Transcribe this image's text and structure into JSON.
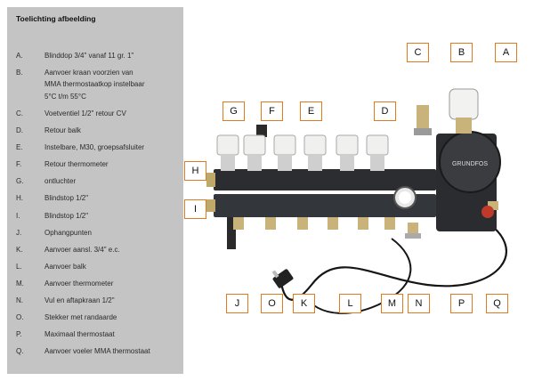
{
  "legend": {
    "title": "Toelichting afbeelding",
    "items": [
      {
        "letter": "A.",
        "lines": [
          "Blinddop 3/4\" vanaf 11 gr. 1\""
        ]
      },
      {
        "letter": "B.",
        "lines": [
          "Aanvoer kraan voorzien van",
          "MMA thermostaatkop instelbaar",
          "5°C  t/m 55°C"
        ]
      },
      {
        "letter": "C.",
        "lines": [
          "Voetventiel 1/2\" retour CV"
        ]
      },
      {
        "letter": "D.",
        "lines": [
          "Retour balk"
        ]
      },
      {
        "letter": "E.",
        "lines": [
          "Instelbare, M30, groepsafsluiter"
        ]
      },
      {
        "letter": "F.",
        "lines": [
          "Retour thermometer"
        ]
      },
      {
        "letter": "G.",
        "lines": [
          "ontluchter"
        ]
      },
      {
        "letter": "H.",
        "lines": [
          "Blindstop 1/2\""
        ]
      },
      {
        "letter": "I.",
        "lines": [
          "Blindstop 1/2\""
        ]
      },
      {
        "letter": "J.",
        "lines": [
          "Ophangpunten"
        ]
      },
      {
        "letter": "K.",
        "lines": [
          "Aanvoer aansl. 3/4\" e.c."
        ]
      },
      {
        "letter": "L.",
        "lines": [
          "Aanvoer balk"
        ]
      },
      {
        "letter": "M.",
        "lines": [
          "Aanvoer thermometer"
        ]
      },
      {
        "letter": "N.",
        "lines": [
          "Vul en aftapkraan 1/2\""
        ]
      },
      {
        "letter": "O.",
        "lines": [
          "Stekker met randaarde"
        ]
      },
      {
        "letter": "P.",
        "lines": [
          "Maximaal thermostaat"
        ]
      },
      {
        "letter": "Q.",
        "lines": [
          "Aanvoer voeler MMA thermostaat"
        ]
      }
    ]
  },
  "callouts": {
    "A": "A",
    "B": "B",
    "C": "C",
    "D": "D",
    "E": "E",
    "F": "F",
    "G": "G",
    "H": "H",
    "I": "I",
    "J": "J",
    "K": "K",
    "L": "L",
    "M": "M",
    "N": "N",
    "O": "O",
    "P": "P",
    "Q": "Q"
  },
  "pump_brand": "GRUNDFOS",
  "colors": {
    "callout_border": "#e07a1f",
    "panel": "#c4c4c4",
    "manifold": "#2b2d30",
    "valve_cap": "#f0f0ee",
    "brass": "#c9b37a"
  }
}
